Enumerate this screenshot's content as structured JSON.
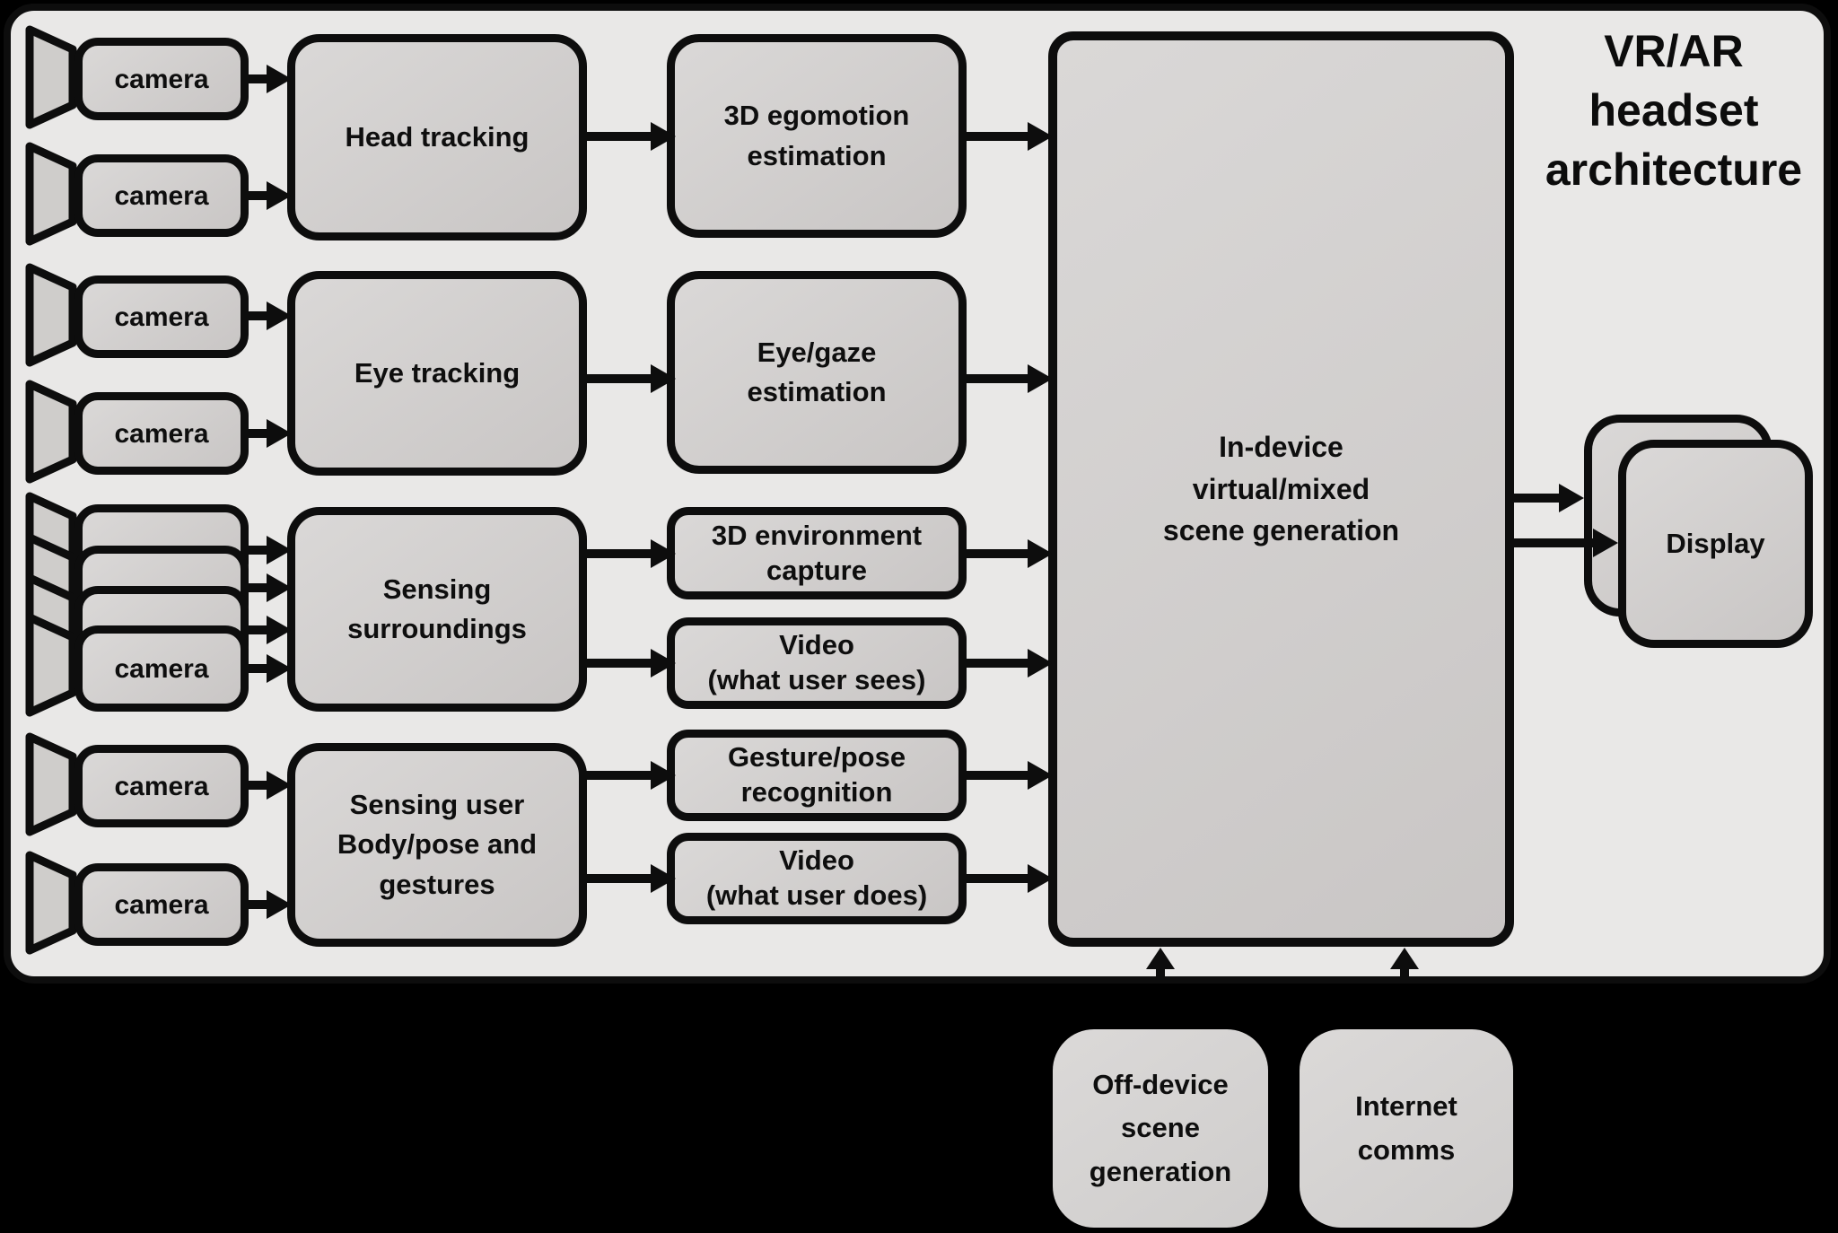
{
  "title": "VR/AR\nheadset\narchitecture",
  "labels": {
    "camera": "camera",
    "display": "Display"
  },
  "modules": {
    "head_tracking": "Head tracking",
    "eye_tracking": "Eye tracking",
    "sensing_surroundings": "Sensing\nsurroundings",
    "sensing_user": "Sensing user\nBody/pose and\ngestures"
  },
  "outputs": {
    "egomotion": "3D egomotion\nestimation",
    "eye_gaze": "Eye/gaze\nestimation",
    "env_capture": "3D environment\ncapture",
    "video_sees": "Video\n(what user sees)",
    "gesture_pose": "Gesture/pose\nrecognition",
    "video_does": "Video\n(what user does)"
  },
  "core": {
    "in_device": "In-device\nvirtual/mixed\nscene generation"
  },
  "external": {
    "off_device": "Off-device\nscene\ngeneration",
    "internet_comms": "Internet\ncomms"
  },
  "icons": {
    "camera_input": "camera-frustum-icon"
  },
  "colors": {
    "background": "#000000",
    "panel": "#e9e8e7",
    "box_hi": "#dad8d7",
    "box_lo": "#c9c6c5",
    "ink": "#0d0d0d"
  }
}
